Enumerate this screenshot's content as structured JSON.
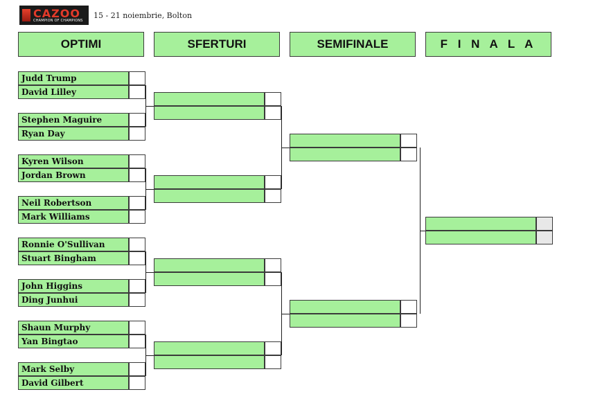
{
  "logo": {
    "name": "CAZOO",
    "tagline": "CHAMPION OF CHAMPIONS"
  },
  "event": {
    "date_location": "15 - 21 noiembrie, Bolton"
  },
  "rounds": {
    "r1": "OPTIMI",
    "r2": "SFERTURI",
    "r3": "SEMIFINALE",
    "r4": "F I N A L A"
  },
  "players": {
    "p1": "Judd Trump",
    "p2": "David Lilley",
    "p3": "Stephen Maguire",
    "p4": "Ryan Day",
    "p5": "Kyren Wilson",
    "p6": "Jordan Brown",
    "p7": "Neil Robertson",
    "p8": "Mark Williams",
    "p9": "Ronnie O'Sullivan",
    "p10": "Stuart Bingham",
    "p11": "John Higgins",
    "p12": "Ding Junhui",
    "p13": "Shaun Murphy",
    "p14": "Yan Bingtao",
    "p15": "Mark Selby",
    "p16": "David Gilbert"
  }
}
